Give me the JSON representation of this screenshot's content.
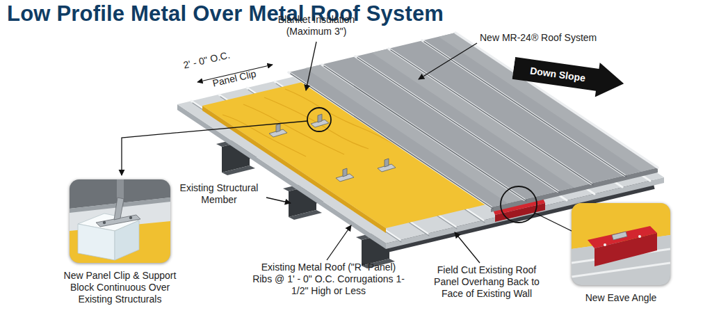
{
  "diagram": {
    "title": "Low Profile Metal Over Metal Roof System",
    "nodes": [
      {
        "text": [
          "Down Slope"
        ]
      },
      {
        "text": [
          "New Panel Clip & Support Block Continuous Over Existing Structurals"
        ]
      },
      {
        "text": [
          "New Eave Angle"
        ]
      }
    ],
    "labels": [
      "Blanket Insulation (Maximum 3\")",
      "2' - 0\" O.C.",
      "Panel Clip",
      "New MR-24® Roof System",
      "Existing Structural Member",
      "Existing Metal Roof (\"R\" Panel) Ribs @ 1' - 0\" O.C. Corrugations 1-1/2\" High or Less",
      "Field Cut Existing Roof Panel Overhang Back to Face of Existing Wall"
    ]
  }
}
